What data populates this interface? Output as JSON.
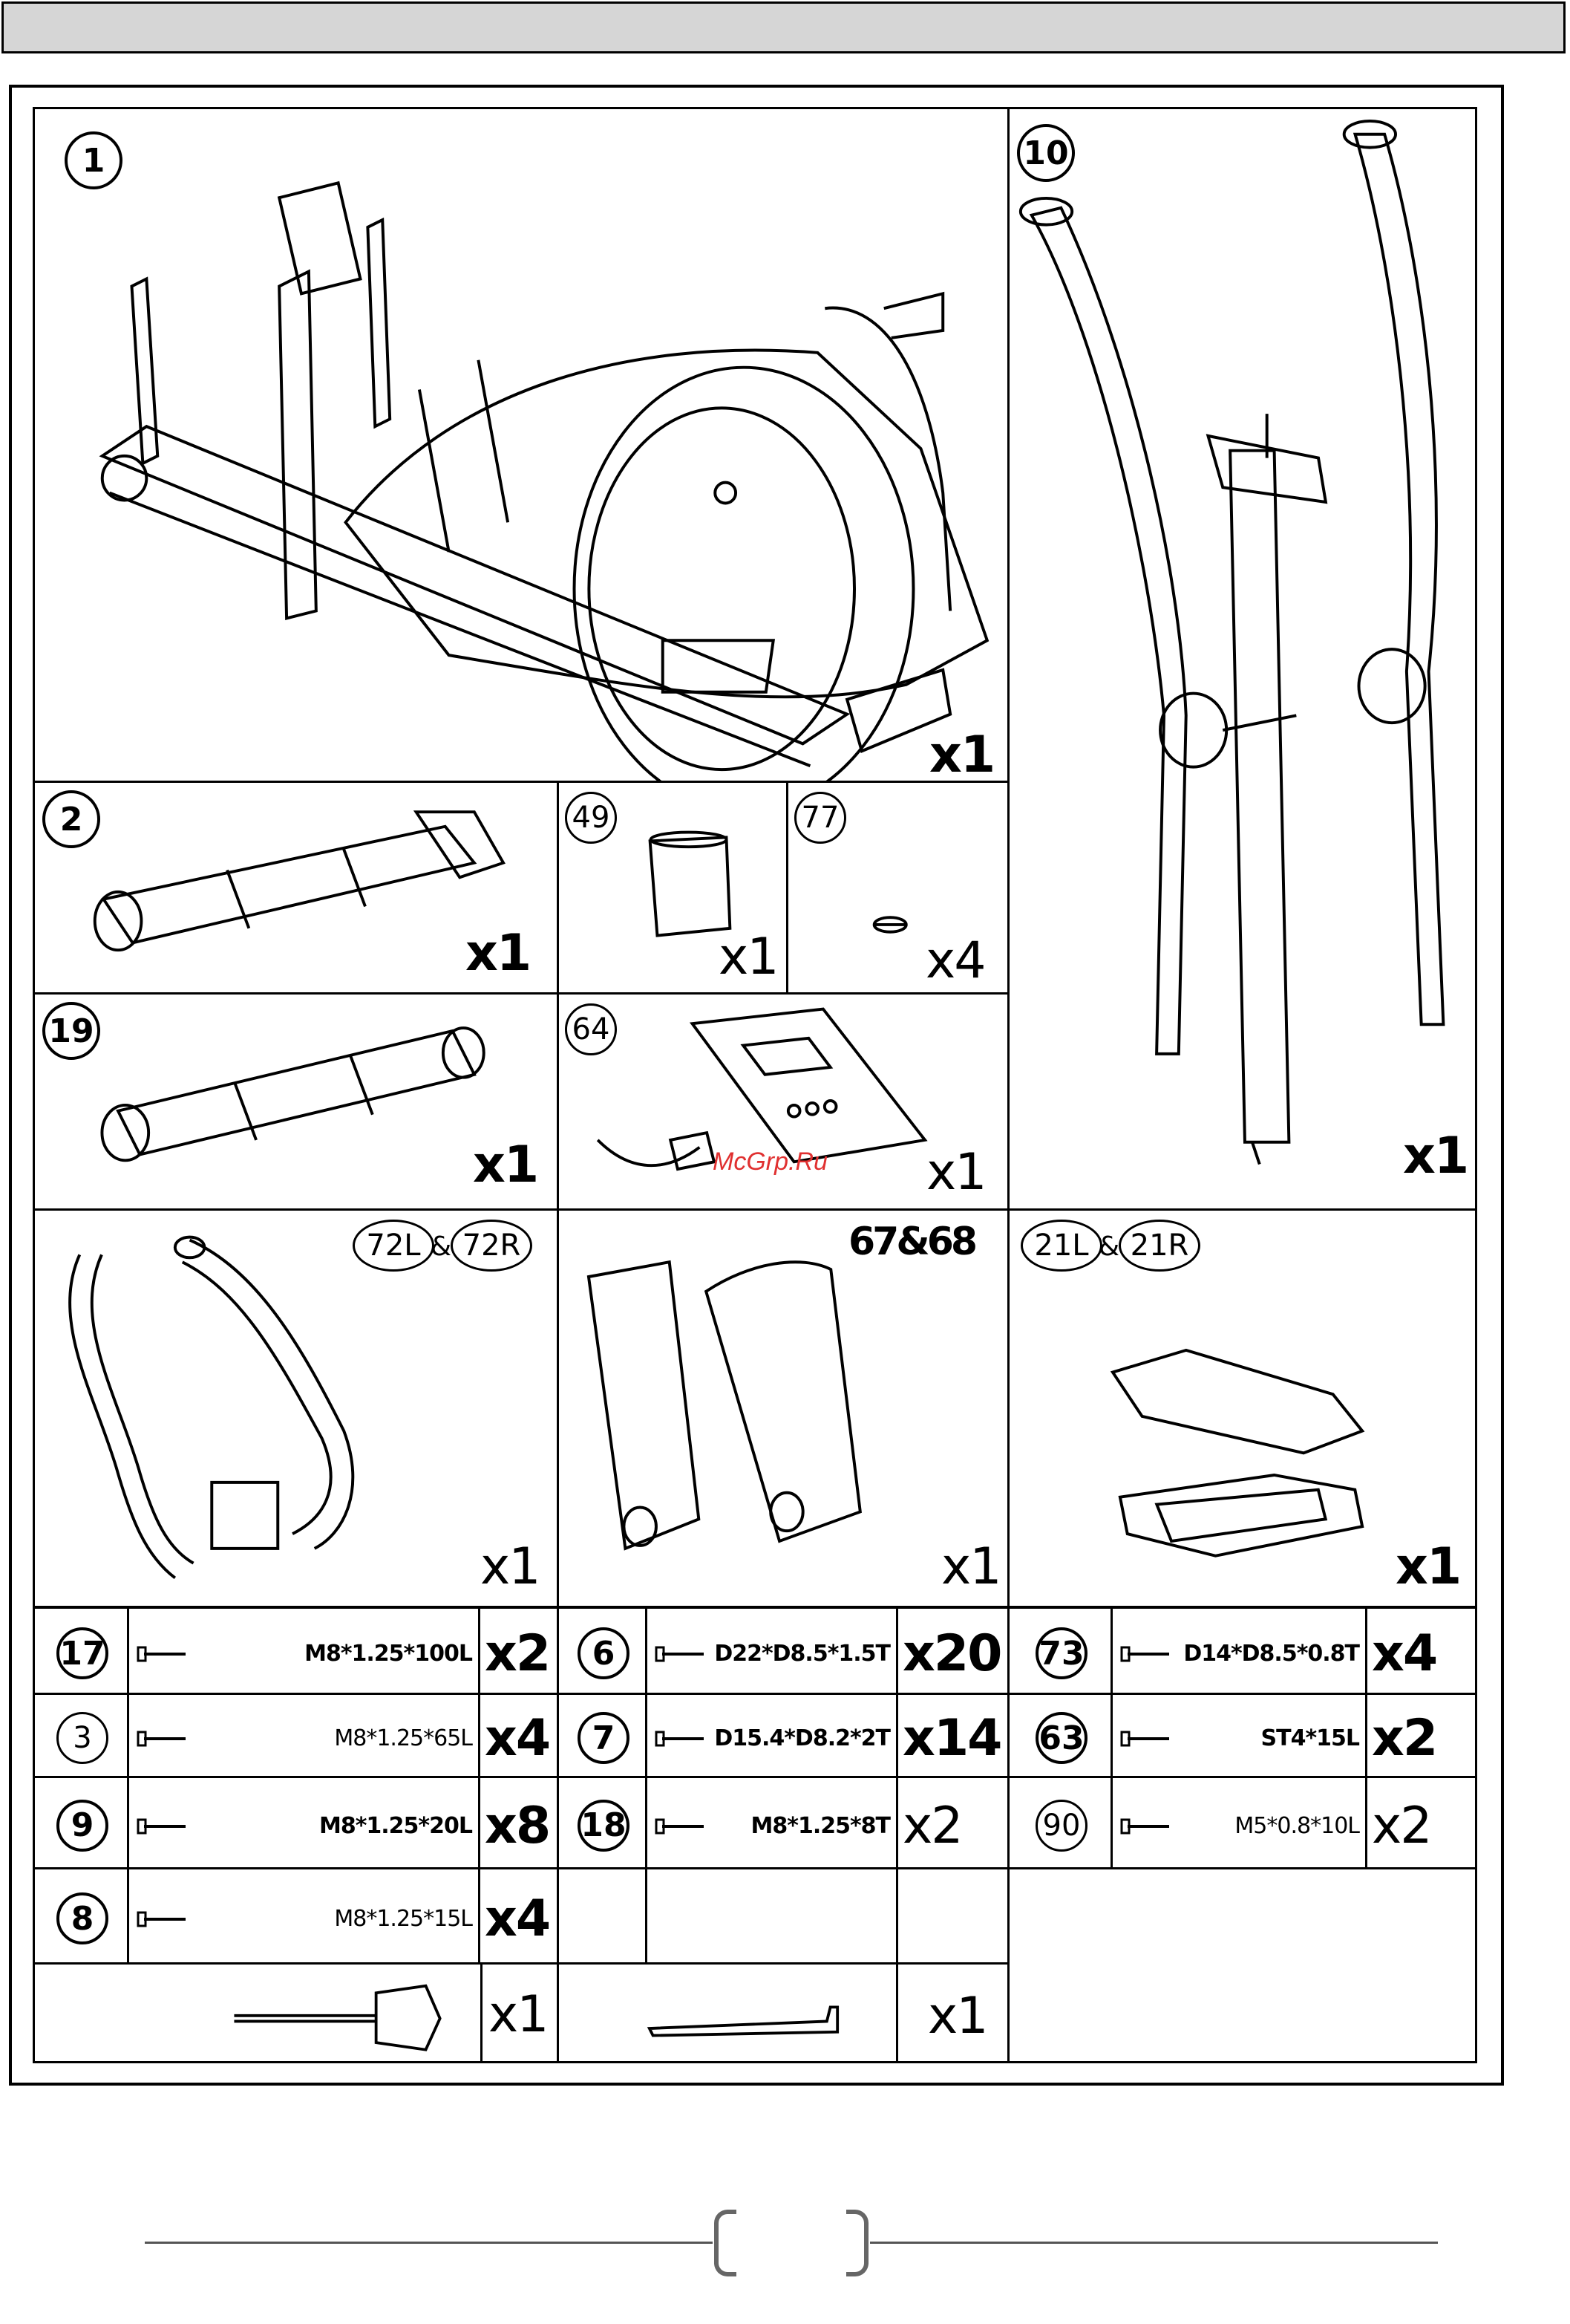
{
  "parts": {
    "p1": {
      "num": "1",
      "qty": "x1"
    },
    "p10": {
      "num": "10",
      "qty": "x1"
    },
    "p2": {
      "num": "2",
      "qty": "x1"
    },
    "p49": {
      "num": "49",
      "qty": "x1"
    },
    "p77": {
      "num": "77",
      "qty": "x4"
    },
    "p19": {
      "num": "19",
      "qty": "x1"
    },
    "p64": {
      "num": "64",
      "qty": "x1"
    },
    "p72": {
      "num_left": "72L",
      "amp": "&",
      "num_right": "72R",
      "qty": "x1"
    },
    "p67": {
      "label": "67&68",
      "qty": "x1"
    },
    "p21": {
      "num_left": "21L",
      "amp": "&",
      "num_right": "21R",
      "qty": "x1"
    }
  },
  "hardware": [
    {
      "num": "17",
      "spec": "M8*1.25*100L",
      "qty": "x2"
    },
    {
      "num": "6",
      "spec": "D22*D8.5*1.5T",
      "qty": "x20"
    },
    {
      "num": "73",
      "spec": "D14*D8.5*0.8T",
      "qty": "x4"
    },
    {
      "num": "3",
      "spec": "M8*1.25*65L",
      "qty": "x4"
    },
    {
      "num": "7",
      "spec": "D15.4*D8.2*2T",
      "qty": "x14"
    },
    {
      "num": "63",
      "spec": "ST4*15L",
      "qty": "x2"
    },
    {
      "num": "9",
      "spec": "M8*1.25*20L",
      "qty": "x8"
    },
    {
      "num": "18",
      "spec": "M8*1.25*8T",
      "qty": "x2"
    },
    {
      "num": "90",
      "spec": "M5*0.8*10L",
      "qty": "x2"
    },
    {
      "num": "8",
      "spec": "M8*1.25*15L",
      "qty": "x4"
    }
  ],
  "tools": [
    {
      "qty": "x1"
    },
    {
      "qty": "x1"
    }
  ],
  "watermark": "McGrp.Ru"
}
